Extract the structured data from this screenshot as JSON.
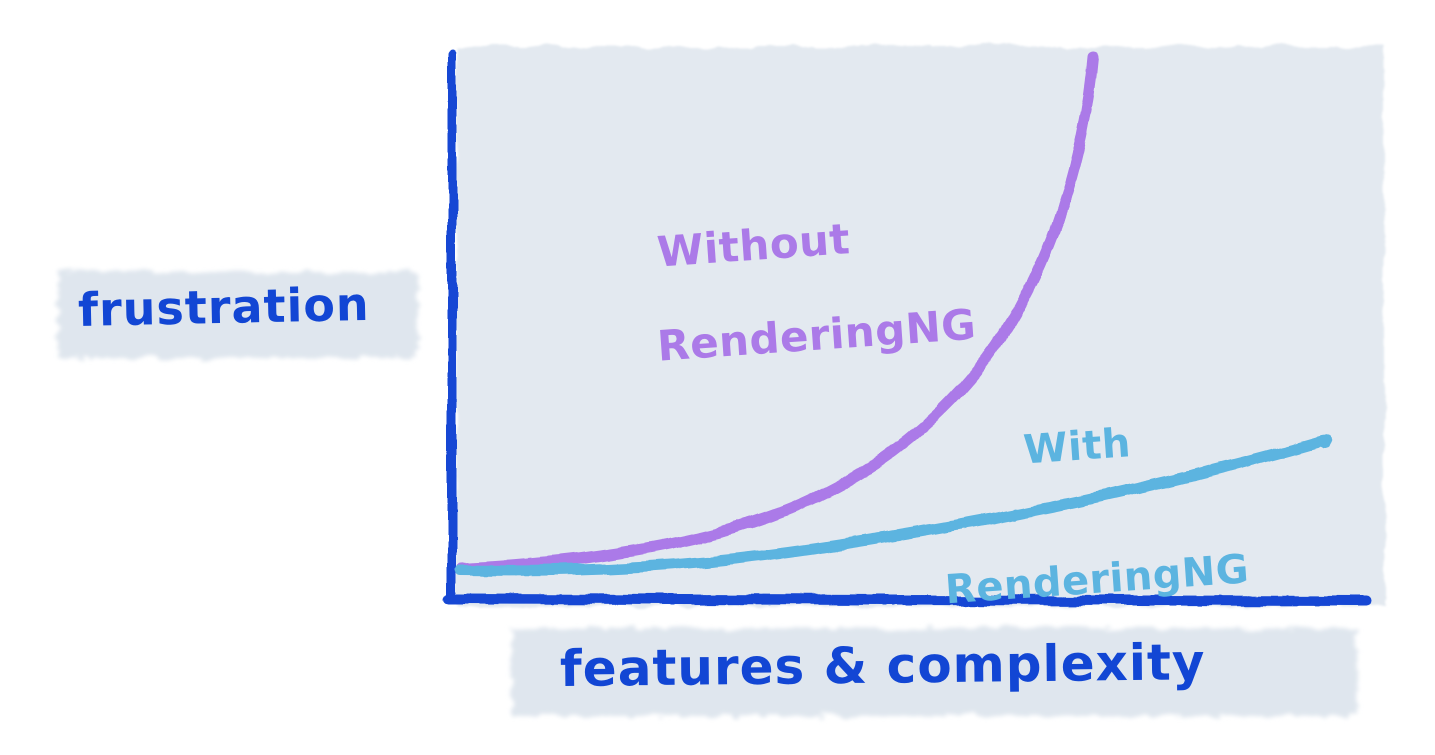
{
  "figure": {
    "kind": "hand-drawn-line-chart",
    "background_color": "#ffffff",
    "panel_color": "#e3e9f0",
    "axis_color": "#1246d4"
  },
  "axes": {
    "y_label": "frustration",
    "x_label": "features & complexity",
    "label_color": "#1246d4",
    "highlight_color": "#dfe6ee"
  },
  "series": [
    {
      "name": "Without RenderingNG",
      "label_line_1": "Without",
      "label_line_2": "RenderingNG",
      "color": "#ab7ae8"
    },
    {
      "name": "With RenderingNG",
      "label_line_1": "With",
      "label_line_2": "RenderingNG",
      "color": "#5cb4e0"
    }
  ],
  "chart_data": {
    "type": "line",
    "title": "",
    "xlabel": "features & complexity",
    "ylabel": "frustration",
    "xlim": [
      0,
      10
    ],
    "ylim": [
      0,
      10
    ],
    "grid": false,
    "legend": "inline-annotations",
    "axis_ticks": {
      "x": [],
      "y": []
    },
    "x": [
      0,
      1,
      2,
      3,
      4,
      5,
      6,
      7,
      8,
      9,
      10
    ],
    "series": [
      {
        "name": "Without RenderingNG",
        "color": "#ab7ae8",
        "values": [
          0.15,
          0.35,
          0.65,
          1.1,
          1.75,
          2.6,
          3.7,
          5.1,
          6.7,
          8.4,
          9.9
        ]
      },
      {
        "name": "With RenderingNG",
        "color": "#5cb4e0",
        "values": [
          0.12,
          0.25,
          0.4,
          0.58,
          0.8,
          1.05,
          1.35,
          1.7,
          2.1,
          2.55,
          3.0
        ]
      }
    ],
    "annotations": [
      {
        "text": "Without RenderingNG",
        "color": "#ab7ae8",
        "x": 1.8,
        "y": 7.4
      },
      {
        "text": "With RenderingNG",
        "color": "#5cb4e0",
        "x": 5.6,
        "y": 4.4
      }
    ]
  }
}
